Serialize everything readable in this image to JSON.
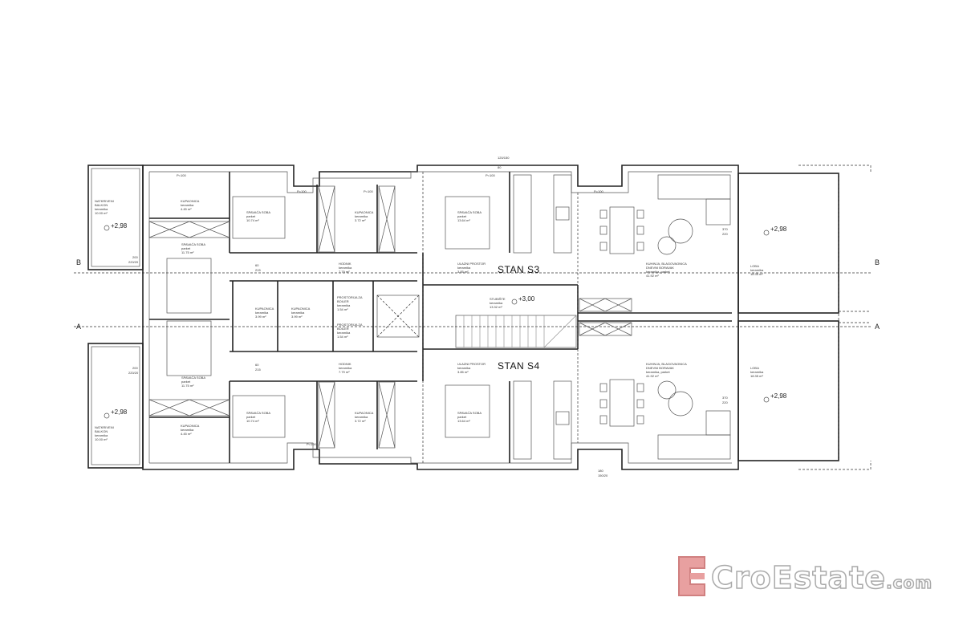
{
  "units": [
    {
      "name": "STAN S3"
    },
    {
      "name": "STAN S4"
    }
  ],
  "rooms": [
    {
      "id": "s3-balkon",
      "lines": [
        "NATKRIVENI",
        "BALKON",
        "keramika",
        "10.00 m²"
      ]
    },
    {
      "id": "s3-kupaonica-1",
      "lines": [
        "KUPAONICA",
        "keramika",
        "4.45 m²"
      ]
    },
    {
      "id": "s3-spavaca-1",
      "lines": [
        "SPAVAĆA SOBA",
        "parket",
        "10.74 m²"
      ]
    },
    {
      "id": "s3-spavaca-2",
      "lines": [
        "SPAVAĆA SOBA",
        "parket",
        "11.75 m²"
      ]
    },
    {
      "id": "s3-kupaonica-2",
      "lines": [
        "KUPAONICA",
        "keramika",
        "3.72 m²"
      ]
    },
    {
      "id": "s3-hodnik",
      "lines": [
        "HODNIK",
        "keramika",
        "7.79 m²"
      ]
    },
    {
      "id": "s3-spavaca-3",
      "lines": [
        "SPAVAĆA SOBA",
        "parket",
        "13.64 m²"
      ]
    },
    {
      "id": "s3-ulaz",
      "lines": [
        "ULAZNI PROSTOR",
        "keramika",
        "3.85 m²"
      ]
    },
    {
      "id": "s3-dnevni",
      "lines": [
        "KUHINJA, BLAGOVAONICA",
        "DNEVNI BORAVAK",
        "keramika, parket",
        "41.92 m²"
      ]
    },
    {
      "id": "s3-loza",
      "lines": [
        "LOĐA",
        "keramika",
        "18.35 m²"
      ]
    },
    {
      "id": "kupaonica-mid-1",
      "lines": [
        "KUPAONICA",
        "keramika",
        "3.99 m²"
      ]
    },
    {
      "id": "kupaonica-mid-2",
      "lines": [
        "KUPAONICA",
        "keramika",
        "3.99 m²"
      ]
    },
    {
      "id": "boiler-1",
      "lines": [
        "PROSTORIJA ZA",
        "BOILER",
        "keramika",
        "1.54 m²"
      ]
    },
    {
      "id": "boiler-2",
      "lines": [
        "PROSTORIJA ZA",
        "BOILER",
        "keramika",
        "1.54 m²"
      ]
    },
    {
      "id": "stubiste",
      "lines": [
        "STUBIŠTE",
        "keramika",
        "13.32 m²"
      ]
    },
    {
      "id": "s4-balkon",
      "lines": [
        "NATKRIVENI",
        "BALKON",
        "keramika",
        "10.00 m²"
      ]
    },
    {
      "id": "s4-kupaonica-1",
      "lines": [
        "KUPAONICA",
        "keramika",
        "4.45 m²"
      ]
    },
    {
      "id": "s4-spavaca-1",
      "lines": [
        "SPAVAĆA SOBA",
        "parket",
        "10.74 m²"
      ]
    },
    {
      "id": "s4-spavaca-2",
      "lines": [
        "SPAVAĆA SOBA",
        "parket",
        "11.75 m²"
      ]
    },
    {
      "id": "s4-kupaonica-2",
      "lines": [
        "KUPAONICA",
        "keramika",
        "3.72 m²"
      ]
    },
    {
      "id": "s4-hodnik",
      "lines": [
        "HODNIK",
        "keramika",
        "7.79 m²"
      ]
    },
    {
      "id": "s4-spavaca-3",
      "lines": [
        "SPAVAĆA SOBA",
        "parket",
        "13.64 m²"
      ]
    },
    {
      "id": "s4-ulaz",
      "lines": [
        "ULAZNI PROSTOR",
        "keramika",
        "3.85 m²"
      ]
    },
    {
      "id": "s4-dnevni",
      "lines": [
        "KUHINJA, BLAGOVAONICA",
        "DNEVNI BORAVAK",
        "keramika, parket",
        "41.92 m²"
      ]
    },
    {
      "id": "s4-loza",
      "lines": [
        "LOĐA",
        "keramika",
        "18.35 m²"
      ]
    }
  ],
  "elevations": [
    "+2,98",
    "+2,98",
    "+2,98",
    "+2,98",
    "+3,00"
  ],
  "section_markers": {
    "a": "A",
    "b": "B"
  },
  "dimensions": [
    "80",
    "120/150",
    "P=100",
    "200",
    "220/20",
    "60",
    "215",
    "80",
    "215",
    "370",
    "220",
    "100",
    "215",
    "180",
    "150/20"
  ],
  "logo": {
    "brand": "CroEstate",
    "suffix": ".com",
    "color": "#e8a0a0"
  }
}
